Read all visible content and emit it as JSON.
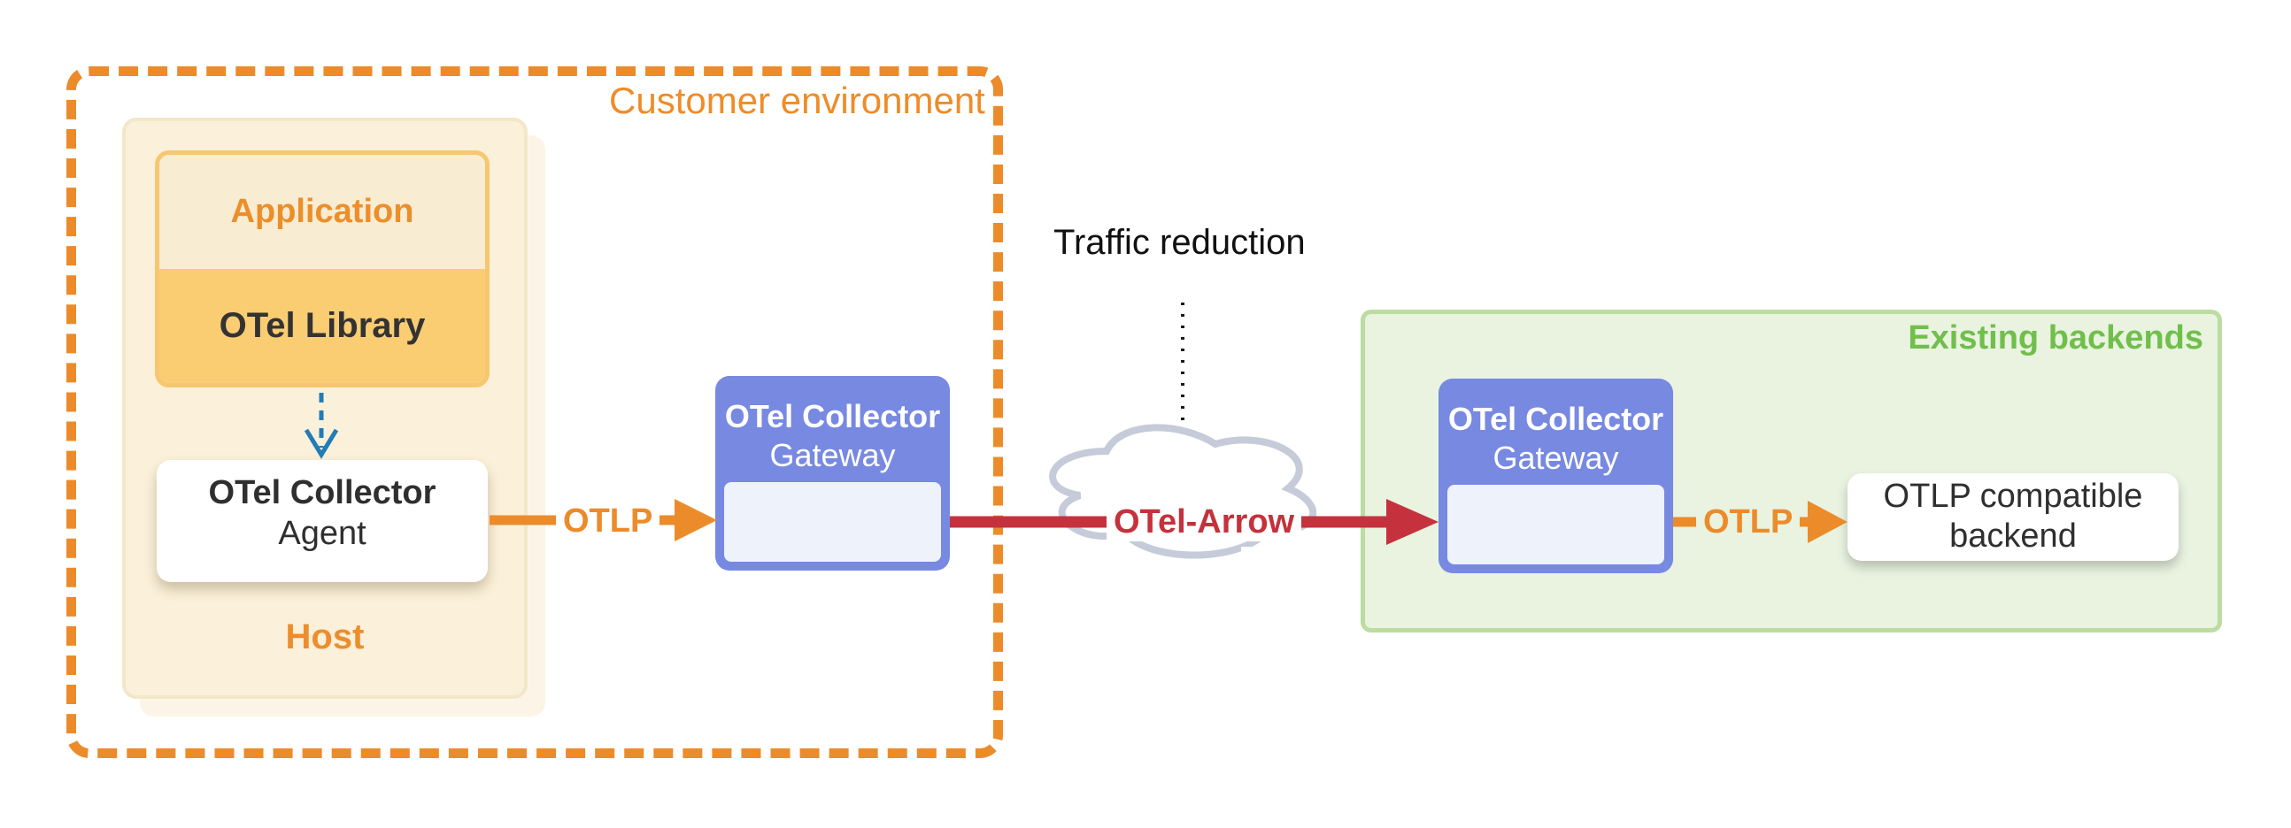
{
  "diagram": {
    "customer_environment": {
      "label": "Customer environment"
    },
    "host": {
      "label": "Host"
    },
    "application": {
      "label": "Application"
    },
    "otel_library": {
      "label": "OTel Library"
    },
    "collector_agent": {
      "title": "OTel Collector",
      "role": "Agent"
    },
    "collector_gateway_left": {
      "title": "OTel Collector",
      "role": "Gateway"
    },
    "collector_gateway_right": {
      "title": "OTel Collector",
      "role": "Gateway"
    },
    "existing_backends": {
      "label": "Existing backends"
    },
    "backend": {
      "label_line1": "OTLP compatible",
      "label_line2": "backend"
    },
    "edges": {
      "otlp_left": {
        "label": "OTLP"
      },
      "otel_arrow": {
        "label": "OTel-Arrow"
      },
      "otlp_right": {
        "label": "OTLP"
      },
      "traffic_reduction": {
        "label": "Traffic reduction"
      }
    },
    "icons": {
      "cloud": "cloud-icon",
      "down_arrow": "dashed-down-arrow-icon"
    },
    "colors": {
      "orange": "#ec8b2a",
      "orange_text": "#ec8e2d",
      "red": "#c5313c",
      "gateway_blue": "#7789e1",
      "gateway_body": "#eef2fb",
      "host_fill": "#fbf0d9",
      "host_back_fill": "#fcf5e7",
      "application_fill": "#f8ecd3",
      "library_fill": "#facd73",
      "library_border": "#f6c76e",
      "green_border": "#bcdca2",
      "green_fill": "#e9f3e0",
      "green_text": "#70bf4b",
      "cloud_outline": "#c5cbd8",
      "instrument_blue": "#1f7db8",
      "dark_text": "#2f2f2f"
    }
  }
}
